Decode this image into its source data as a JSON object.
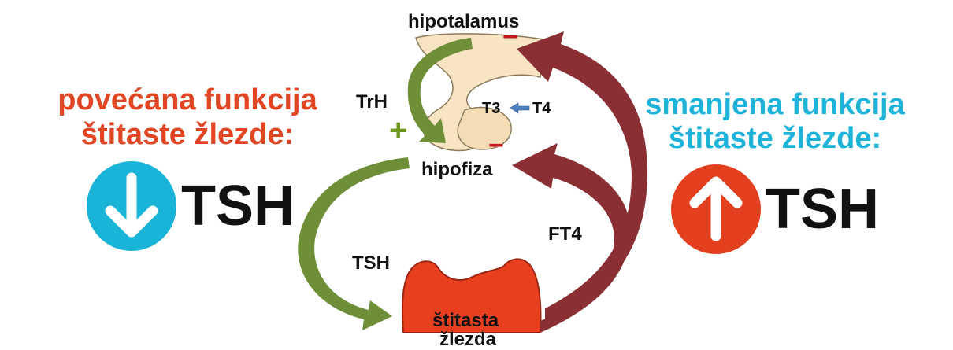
{
  "left_panel": {
    "heading_line1": "povećana funkcija",
    "heading_line2": "štitaste žlezde:",
    "tsh_label": "TSH",
    "indicator_icon": "arrow-down-icon",
    "indicator_color": "#1ab4d8",
    "heading_color": "#e04624"
  },
  "right_panel": {
    "heading_line1": "smanjena funkcija",
    "heading_line2": "štitaste žlezde:",
    "tsh_label": "TSH",
    "indicator_icon": "arrow-up-icon",
    "indicator_color": "#e2401f",
    "heading_color": "#1fb3d9"
  },
  "diagram": {
    "hypothalamus_label": "hipotalamus",
    "pituitary_label": "hipofiza",
    "trh_label": "TrH",
    "t3_label": "T3",
    "t4_label": "T4",
    "tsh_label": "TSH",
    "ft4_label": "FT4",
    "thyroid_label_line1": "štitasta",
    "thyroid_label_line2": "žlezda",
    "plus_sign": "+",
    "minus_sign": "−",
    "colors": {
      "stimulation_arrow": "#6e8f37",
      "inhibition_arrow": "#8a3034",
      "gland_fill": "#f7e4c3",
      "thyroid_fill": "#e8401f"
    }
  }
}
